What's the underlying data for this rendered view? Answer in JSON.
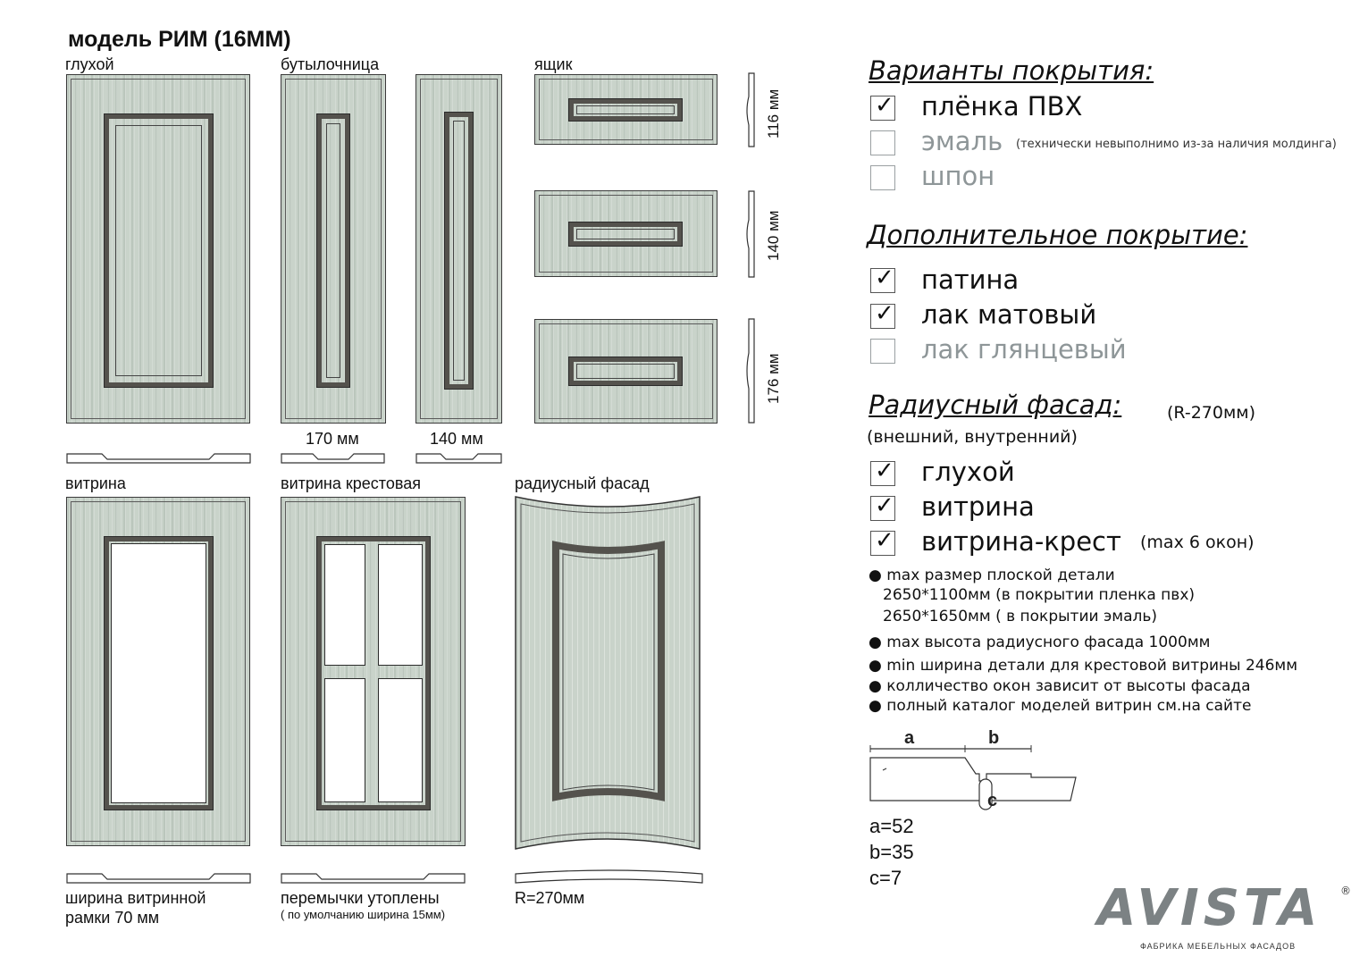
{
  "title": "модель РИМ (16ММ)",
  "labels": {
    "gluhoy": "глухой",
    "butylochnica": "бутылочница",
    "yaschik": "ящик",
    "vitrina": "витрина",
    "vitrina_krest": "витрина крестовая",
    "radius_fasad": "радиусный фасад",
    "w170": "170 мм",
    "w140": "140 мм",
    "h116": "116 мм",
    "h140": "140 мм",
    "h176": "176 мм",
    "vitrina_note_1": "ширина витринной",
    "vitrina_note_2": "рамки 70 мм",
    "krest_note_1": "перемычки утоплены",
    "krest_note_2": "( по умолчанию ширина 15мм)",
    "radius_note": "R=270мм"
  },
  "coatings": {
    "heading": "Варианты покрытия:",
    "options": [
      {
        "label": "плёнка ПВХ",
        "checked": true,
        "note": ""
      },
      {
        "label": "эмаль",
        "checked": false,
        "note": "(технически невыполнимо из-за наличия молдинга)"
      },
      {
        "label": "шпон",
        "checked": false,
        "note": ""
      }
    ]
  },
  "extra_coatings": {
    "heading": "Дополнительное покрытие:",
    "options": [
      {
        "label": "патина",
        "checked": true
      },
      {
        "label": "лак матовый",
        "checked": true
      },
      {
        "label": "лак глянцевый",
        "checked": false
      }
    ]
  },
  "radius": {
    "heading": "Радиусный фасад:",
    "heading_note": "(R-270мм)",
    "sub": "(внешний, внутренний)",
    "options": [
      {
        "label": "глухой",
        "checked": true,
        "note": ""
      },
      {
        "label": "витрина",
        "checked": true,
        "note": ""
      },
      {
        "label": "витрина-крест",
        "checked": true,
        "note": "(max 6 окон)"
      }
    ]
  },
  "bullets": [
    "● max размер  плоской детали",
    "2650*1100мм (в покрытии пленка пвх)",
    "2650*1650мм ( в покрытии эмаль)",
    "● max высота  радиусного фасада 1000мм",
    "● min ширина детали для крестовой витрины 246мм",
    "● колличество окон зависит от высоты фасада",
    "● полный каталог моделей витрин см.на сайте"
  ],
  "profile": {
    "a_label": "a",
    "b_label": "b",
    "c_label": "c",
    "a_value": "a=52",
    "b_value": "b=35",
    "c_value": "c=7"
  },
  "logo": {
    "name": "AVISTA",
    "reg": "®",
    "subtitle": "ФАБРИКА МЕБЕЛЬНЫХ ФАСАДОВ"
  },
  "check_mark": "✓",
  "colors": {
    "panel": "#c9d3ca",
    "molding": "#54524d",
    "disabled_text": "#8e9698",
    "logo": "#7c8284"
  }
}
